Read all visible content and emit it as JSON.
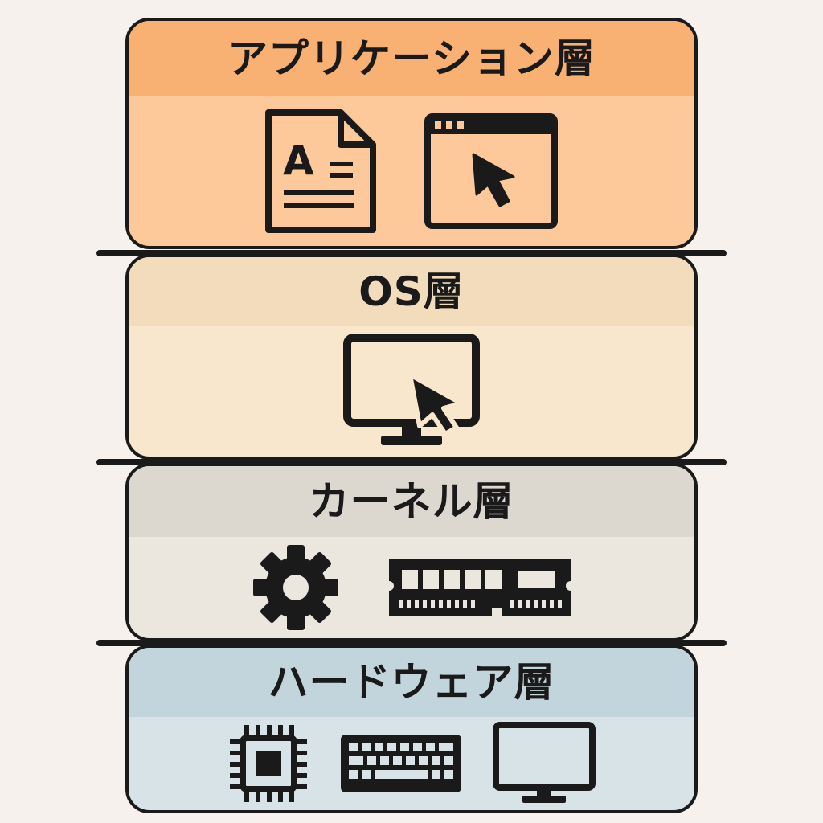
{
  "layers": [
    {
      "title": "アプリケーション層",
      "icons": [
        "document-icon",
        "app-window-cursor-icon"
      ],
      "color": "#fdc99a"
    },
    {
      "title": "OS層",
      "icons": [
        "monitor-cursor-icon"
      ],
      "color": "#f8e7cd"
    },
    {
      "title": "カーネル層",
      "icons": [
        "gear-icon",
        "memory-module-icon"
      ],
      "color": "#ebe6de"
    },
    {
      "title": "ハードウェア層",
      "icons": [
        "cpu-chip-icon",
        "keyboard-icon",
        "monitor-icon"
      ],
      "color": "#d7e3e7"
    }
  ]
}
